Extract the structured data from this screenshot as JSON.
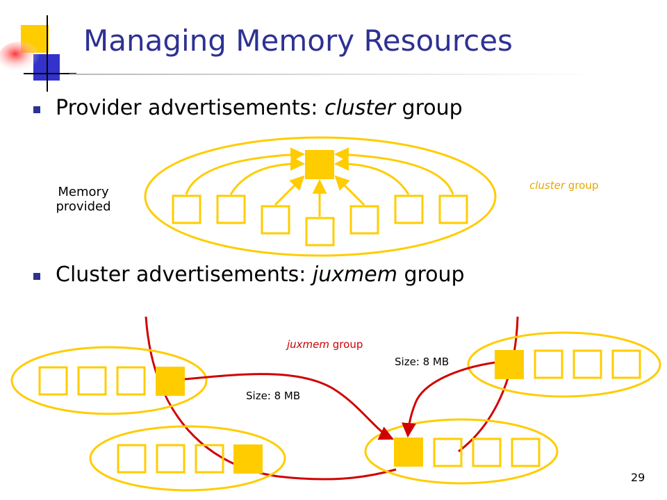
{
  "slide": {
    "title": "Managing Memory Resources",
    "page_number": "29"
  },
  "bullets": [
    {
      "prefix": "Provider advertisements: ",
      "italic": "cluster",
      "suffix": " group"
    },
    {
      "prefix": "Cluster advertisements: ",
      "italic": "juxmem",
      "suffix": " group"
    }
  ],
  "diagram_top": {
    "memory_provided_line1": "Memory",
    "memory_provided_line2": "provided",
    "group_label_italic": "cluster",
    "group_label_suffix": " group"
  },
  "diagram_bottom": {
    "group_label_italic": "juxmem",
    "group_label_suffix": " group",
    "size_label_left": "Size: 8 MB",
    "size_label_right": "Size: 8 MB"
  },
  "colors": {
    "title": "#2e3192",
    "node_filled": "#ffcc00",
    "node_outline": "#ffcc00",
    "ellipse": "#ffcc00",
    "juxmem_line": "#d00000",
    "logo_yellow": "#ffcc00",
    "logo_blue": "#3333cc",
    "logo_red": "#ff3333"
  }
}
